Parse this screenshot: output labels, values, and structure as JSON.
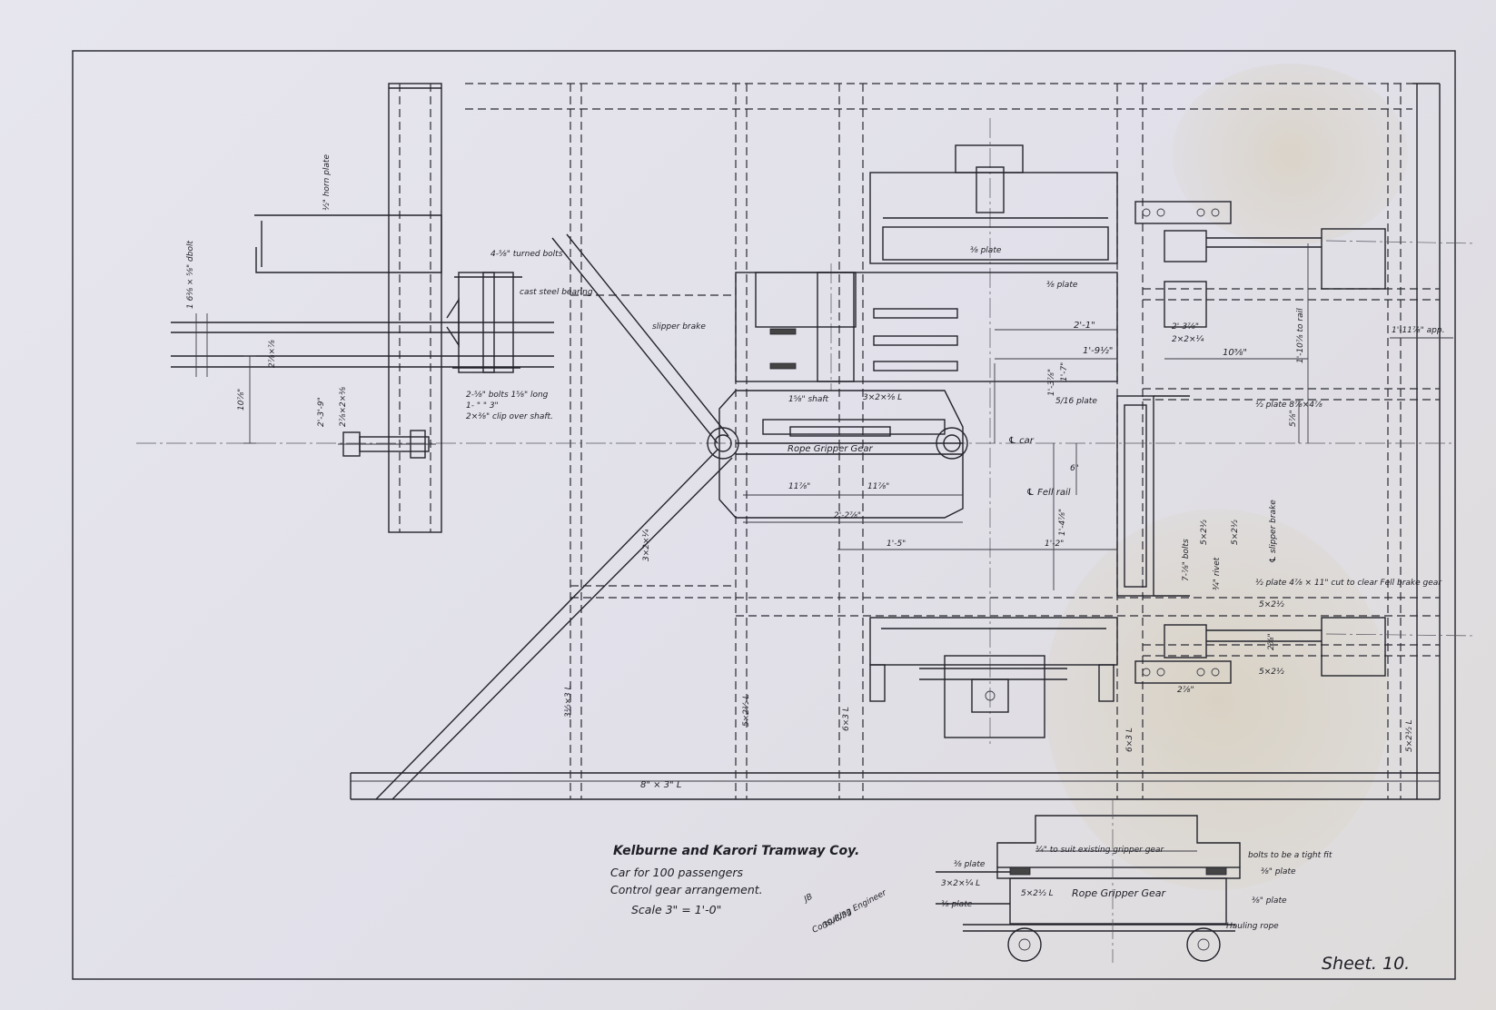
{
  "title_block": {
    "company": "Kelburne and Karori Tramway Coy.",
    "line1": "Car for 100 passengers",
    "line2": "Control gear arrangement.",
    "scale": "Scale 3\" = 1'-0\""
  },
  "signature": {
    "name": "JB",
    "role": "Consulting Engineer",
    "date": "30/6/33"
  },
  "sheet_number": "Sheet. 10.",
  "labels": {
    "rope_gripper_gear": "Rope Gripper Gear",
    "rope_gripper_gear_detail": "Rope Gripper Gear",
    "slipper_brake": "slipper brake",
    "slipper_brake_cl": "℄ slipper brake",
    "cast_steel_bearing": "cast steel bearing",
    "turned_bolts": "4-⅝\" turned bolts",
    "bolts_note_1": "2-⅝\" bolts 1⅝\" long",
    "bolts_note_2": "1-  \"   \"  3\"",
    "clip_note": "2×⅜\" clip over shaft.",
    "bolt_left": "1 6⅜ × ⅝\" dbolt",
    "horn_plate": "½\" horn plate",
    "car_cl": "℄ car",
    "fell_rail_cl": "℄ Fell rail",
    "shaft": "1⅝\" shaft",
    "angle_3x2": "3×2×⅜ L",
    "plate_5_16": "5/16 plate",
    "plate_top": "⅜ plate",
    "plate_right": "⅜ plate",
    "plate_8_4": "½ plate 8⅞×4⅞",
    "plate_cut": "½ plate 4⅞ × 11\" cut to clear Fell brake gear",
    "angle_8x3": "8\" × 3\" L",
    "angle_3x3_left": "3½×3 L",
    "angle_5x2_mid": "5×2½ L",
    "angle_6x3": "6×3 L",
    "angle_6x3_b": "6×3 L",
    "angle_5x2_right": "5×2½ L",
    "angle_5x2_a": "5×2½",
    "angle_5x2_b": "5×2½",
    "angle_5x2_c": "5×2½",
    "angle_5x2_d": "5×2½",
    "angle_3x2_lower": "3×2×¼",
    "bolts_vertical": "7-⅞\" bolts",
    "rivet_note": "¾\" rivet",
    "angle_2x2": "2×2×¼",
    "to_suit_existing": "¼\" to suit existing gripper gear",
    "bolts_tight": "bolts to be a tight fit",
    "plate_detail_1": "⅜ plate",
    "plate_detail_2": "⅜\" plate",
    "plate_detail_3": "⅜ plate",
    "plate_detail_4": "⅜\" plate",
    "angle_detail_1": "3×2×¼ L",
    "angle_detail_2": "5×2½ L",
    "hauling_rope": "Hauling rope"
  },
  "dimensions": {
    "d_2_1": "2'-1\"",
    "d_1_9": "1'-9½\"",
    "d_1_11": "1'-11⅞\" app.",
    "d_10_rail": "1'-10⅞ to rail",
    "d_10_5": "10⅝\"",
    "d_10_left": "10⅞\"",
    "d_1_3": "1'-3⅞\"",
    "d_1_7": "1'-7\"",
    "d_6": "6\"",
    "d_11_a": "11⅞\"",
    "d_11_b": "11⅞\"",
    "d_2_2": "2'-2⅞\"",
    "d_1_5": "1'-5\"",
    "d_1_2": "1'-2\"",
    "d_1_4": "1'-4⅞\"",
    "d_5": "5⅞\"",
    "d_2_9": "2'-3⅞\"",
    "d_2_left": "2⅞×⅞",
    "d_3_left": "2⅞×2×⅜",
    "d_4_left": "2'-3'-9\"",
    "d_2_5": "2⅝\"",
    "d_2_a": "2⅞\""
  }
}
